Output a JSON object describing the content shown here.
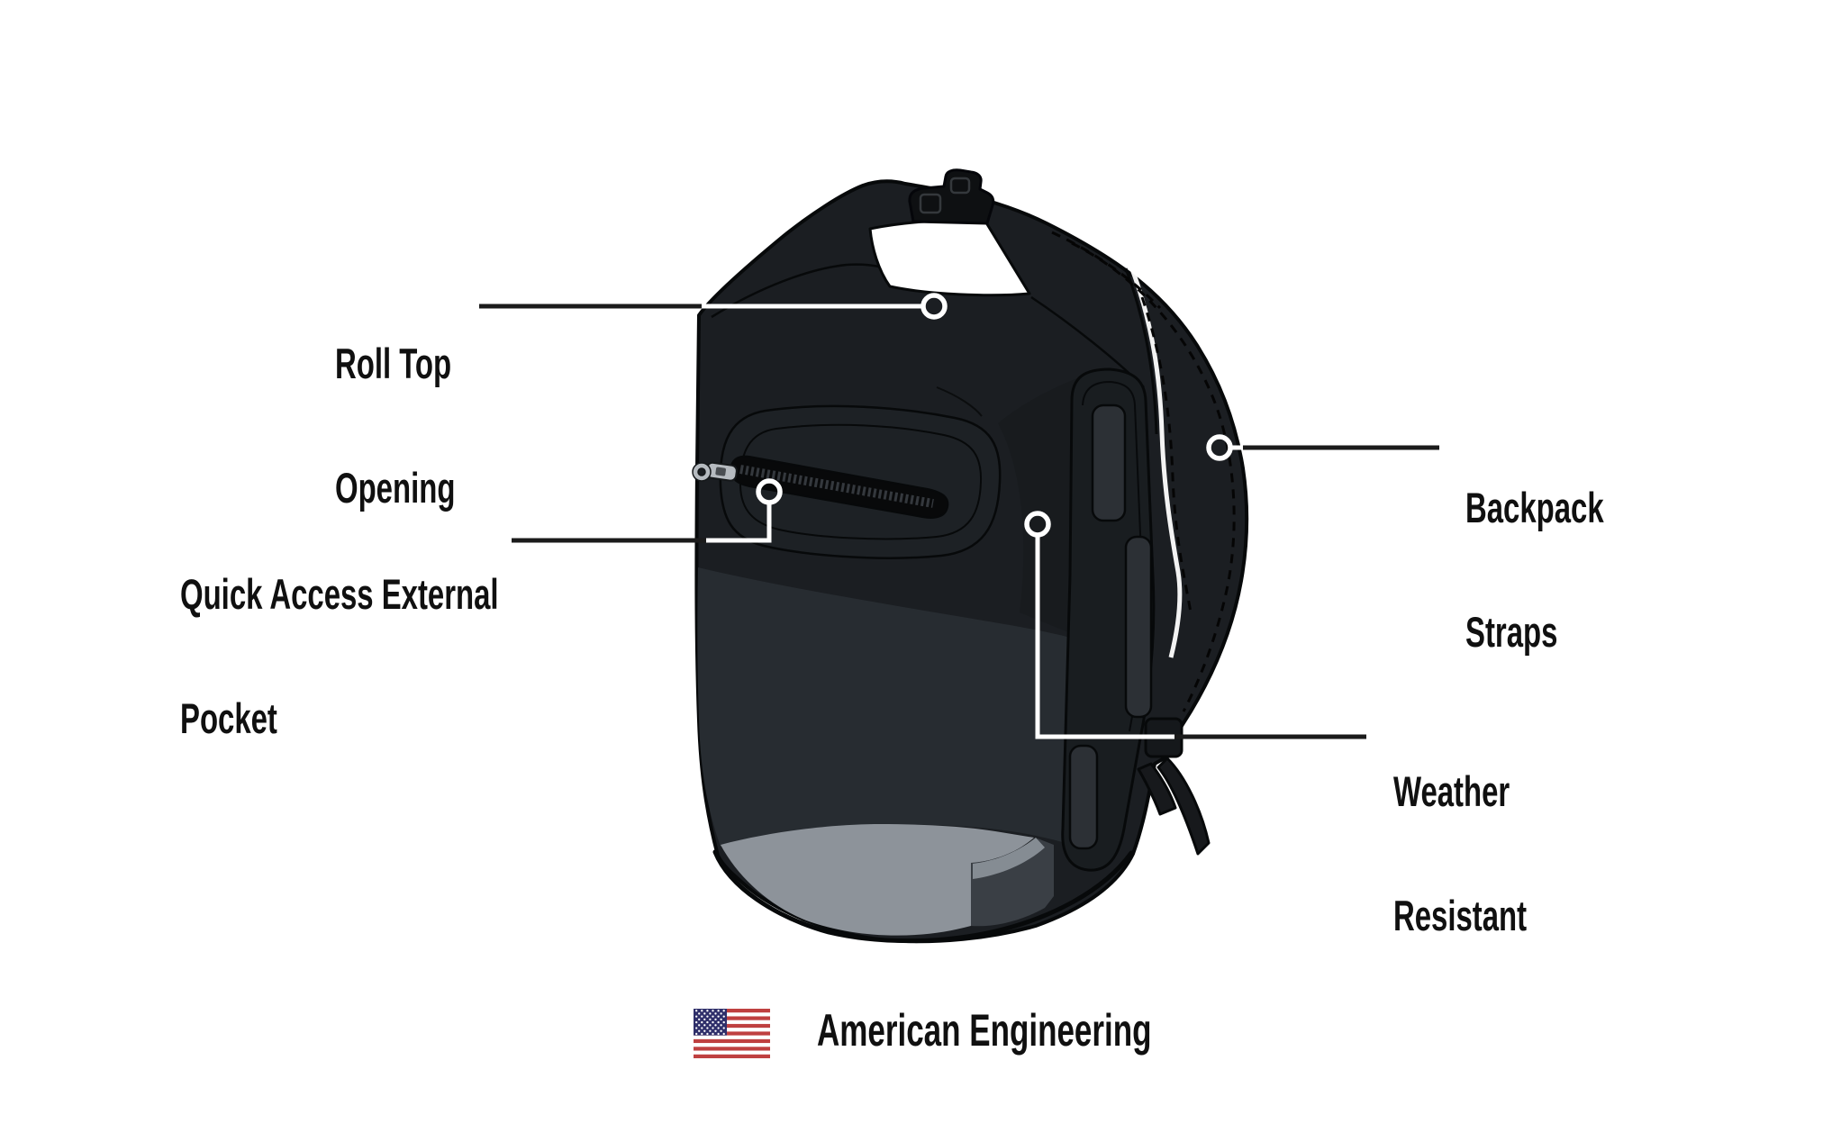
{
  "callouts": {
    "roll_top": {
      "line1": "Roll Top",
      "line2": "Opening"
    },
    "quick_access": {
      "line1": "Quick Access External",
      "line2": "Pocket"
    },
    "backpack_straps": {
      "line1": "Backpack",
      "line2": "Straps"
    },
    "weather_resistant": {
      "line1": "Weather",
      "line2": "Resistant"
    }
  },
  "footer": {
    "caption": "American Engineering"
  },
  "icons": {
    "flag": "us-flag-icon"
  },
  "colors": {
    "background": "#ffffff",
    "text": "#101010",
    "callout_line_dark": "#1b1b1b",
    "callout_line_light": "#ffffff",
    "marker_ring": "#ffffff",
    "bag_dark": "#1b1e22",
    "bag_panel": "#272c31",
    "bag_outline": "#07090a",
    "base_light": "#8d939a",
    "base_mid": "#858c93",
    "base_shadow": "#3a3f45",
    "zipper_pull": "#b6bbc0",
    "flag_red": "#bf4040",
    "flag_blue": "#2f2f6a",
    "flag_white": "#ffffff"
  }
}
